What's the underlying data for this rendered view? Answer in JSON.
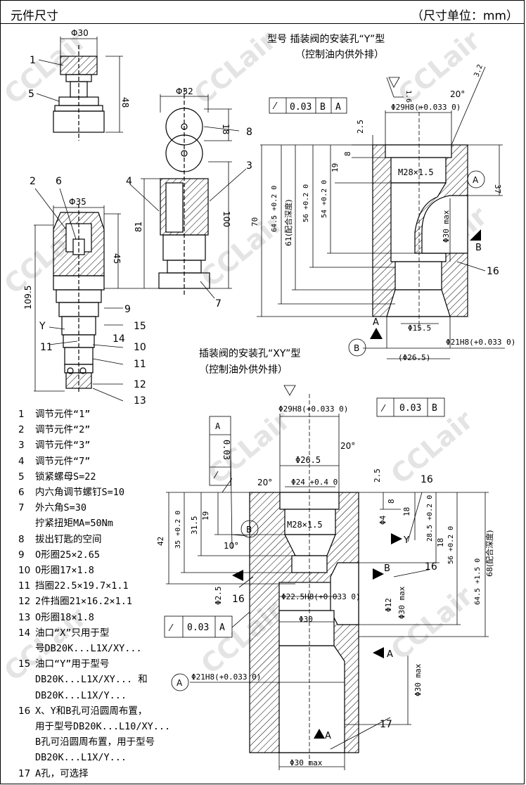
{
  "header": {
    "title": "元件尺寸",
    "unit": "（尺寸单位：mm）"
  },
  "watermark": "CCLair",
  "section_y": {
    "line1": "型号  插装阀的安装孔“Y”型",
    "line2": "（控制油内供外排）"
  },
  "section_xy": {
    "line1": "插装阀的安装孔“XY”型",
    "line2": "（控制油外供外排）"
  },
  "valve_dims": {
    "d30": "Φ30",
    "h48": "48",
    "d32": "Φ32",
    "h18": "18",
    "h100": "100",
    "d35": "Φ35",
    "h45": "45",
    "h81": "81",
    "h109": "109.5"
  },
  "valve_callouts": [
    "1",
    "5",
    "2",
    "6",
    "4",
    "8",
    "3",
    "7",
    "9",
    "15",
    "14",
    "10",
    "11",
    "12",
    "13"
  ],
  "y_dims": {
    "tol1": "0.03",
    "datumB": "B",
    "datumA": "A",
    "d29": "Φ29H8(+0.033 0)",
    "r16": "1.6",
    "r32": "3.2",
    "a20": "20°",
    "h25": "2.5",
    "h8": "8",
    "h19": "19",
    "m28": "M28×1.5",
    "h37": "37",
    "h70": "70",
    "h645": "64.5 +0.2 0",
    "h61": "61(配合深度)",
    "h56": "56 +0.2 0",
    "h54": "54 +0.2 0",
    "d30max": "Φ30 max",
    "d15": "Φ15.5",
    "d21": "Φ21H8(+0.033 0)",
    "d26": "(Φ26.5)",
    "c16": "16",
    "bB": "B",
    "bA": "A"
  },
  "xy_dims": {
    "d29": "Φ29H8(+0.033 0)",
    "tol1": "0.03",
    "tol2": "0.03",
    "tol3": "0.03",
    "d265": "Φ26.5",
    "d24": "Φ24 +0.4 0",
    "a20": "20°",
    "h25": "2.5",
    "h8": "8",
    "h18": "18",
    "m28": "M28×1.5",
    "d4": "Φ4",
    "h285": "28.5 +0.2 0",
    "h56": "56 +0.2 0",
    "h645": "64.5 +1.5 0",
    "h68": "68(配合深度)",
    "h42": "42",
    "h35": "35 +0.2 0",
    "h315": "31.5",
    "h19": "19",
    "a10": "10°",
    "d225": "Φ22.5H8(+0.033 0)",
    "d12": "Φ12",
    "d30max": "Φ30 max",
    "d30": "Φ30",
    "d25": "Φ2.5",
    "d21": "Φ21H8(+0.033 0)",
    "d30max2": "Φ30 max",
    "d30max3": "Φ30 max",
    "c16a": "16",
    "c16b": "16",
    "c16c": "16",
    "c17": "17",
    "lblY": "Y",
    "lblB": "B",
    "lblA": "A",
    "lblA2": "A",
    "circB": "B",
    "circA": "A"
  },
  "legend": [
    {
      "n": "1",
      "t": "调节元件“1”"
    },
    {
      "n": "2",
      "t": "调节元件“2”"
    },
    {
      "n": "3",
      "t": "调节元件“3”"
    },
    {
      "n": "4",
      "t": "调节元件“7”"
    },
    {
      "n": "5",
      "t": "锁紧螺母S=22"
    },
    {
      "n": "6",
      "t": "内六角调节螺钉S=10"
    },
    {
      "n": "7",
      "t": "外六角S=30"
    },
    {
      "n": "",
      "t": "拧紧扭矩MA=50Nm"
    },
    {
      "n": "8",
      "t": "拔出钉匙的空间"
    },
    {
      "n": "9",
      "t": "O形圈25×2.65"
    },
    {
      "n": "10",
      "t": "O形圈17×1.8"
    },
    {
      "n": "11",
      "t": "挡圈22.5×19.7×1.1"
    },
    {
      "n": "12",
      "t": "2件挡圈21×16.2×1.1"
    },
    {
      "n": "13",
      "t": "O形圈18×1.8"
    },
    {
      "n": "14",
      "t": "油口“X”只用于型"
    },
    {
      "n": "",
      "t": "号DB20K...L1X/XY..."
    },
    {
      "n": "15",
      "t": "油口“Y”用于型号"
    },
    {
      "n": "",
      "t": "DB20K...L1X/XY... 和"
    },
    {
      "n": "",
      "t": "DB20K...L1X/Y..."
    },
    {
      "n": "16",
      "t": "X、Y和B孔可沿圆周布置，"
    },
    {
      "n": "",
      "t": "用于型号DB20K...L10/XY..."
    },
    {
      "n": "",
      "t": "B孔可沿圆周布置，用于型号"
    },
    {
      "n": "",
      "t": "DB20K...L1X/Y..."
    },
    {
      "n": "17",
      "t": "A孔，可选择"
    }
  ]
}
